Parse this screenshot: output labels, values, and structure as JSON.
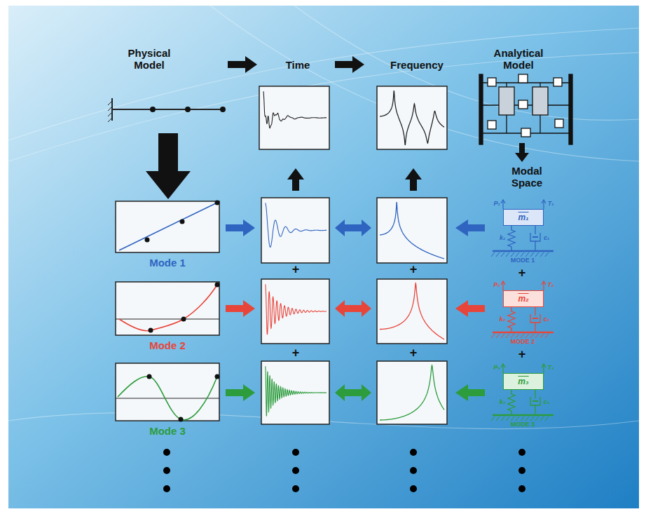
{
  "diagram": {
    "nodes": [
      {
        "text": [
          "Mode 1"
        ]
      },
      {
        "text": [
          "m₁"
        ]
      },
      {
        "text": [
          "Mode 2"
        ]
      },
      {
        "text": [
          "m₂"
        ]
      },
      {
        "text": [
          "Mode 3"
        ]
      },
      {
        "text": [
          "m₃"
        ]
      }
    ],
    "labels": [
      "Physical Model",
      "Time",
      "Frequency",
      "Analytical Model",
      "Modal Space",
      "+",
      "+",
      "+",
      "+",
      "+",
      "+",
      "MODE 1",
      "MODE 2",
      "MODE 3",
      "P₁",
      "T₁",
      "k₁",
      "c₁",
      "P₂",
      "T₂",
      "k₂",
      "c₂",
      "P₃",
      "T₃",
      "k₃",
      "c₃"
    ]
  }
}
